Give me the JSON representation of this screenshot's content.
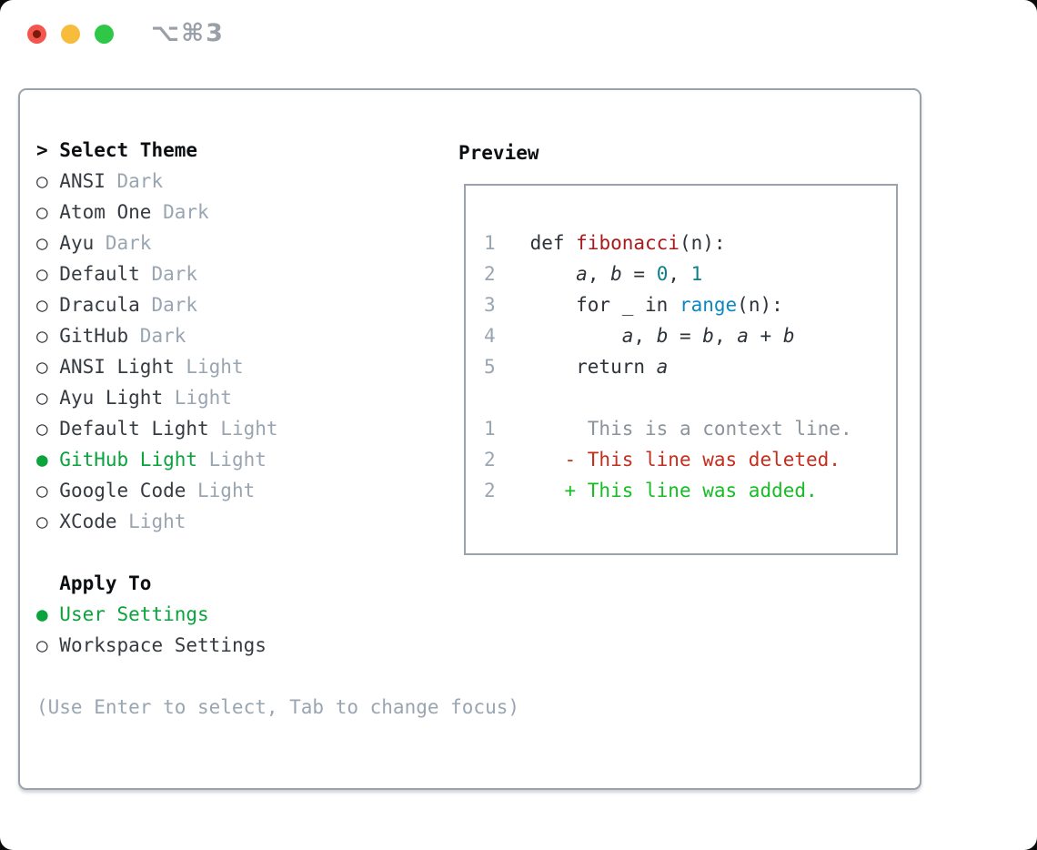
{
  "window": {
    "title": "⌥⌘3",
    "traffic_lights": {
      "close_color": "#f4564e",
      "minimize_color": "#f8bc3d",
      "zoom_color": "#2ec748"
    }
  },
  "picker": {
    "prompt": ">",
    "heading": "Select Theme",
    "icons": {
      "radio_unselected": "○",
      "radio_selected": "●"
    },
    "themes": [
      {
        "label": "ANSI",
        "tag": "Dark",
        "selected": false
      },
      {
        "label": "Atom One",
        "tag": "Dark",
        "selected": false
      },
      {
        "label": "Ayu",
        "tag": "Dark",
        "selected": false
      },
      {
        "label": "Default",
        "tag": "Dark",
        "selected": false
      },
      {
        "label": "Dracula",
        "tag": "Dark",
        "selected": false
      },
      {
        "label": "GitHub",
        "tag": "Dark",
        "selected": false
      },
      {
        "label": "ANSI Light",
        "tag": "Light",
        "selected": false
      },
      {
        "label": "Ayu Light",
        "tag": "Light",
        "selected": false
      },
      {
        "label": "Default Light",
        "tag": "Light",
        "selected": false
      },
      {
        "label": "GitHub Light",
        "tag": "Light",
        "selected": true
      },
      {
        "label": "Google Code",
        "tag": "Light",
        "selected": false
      },
      {
        "label": "XCode",
        "tag": "Light",
        "selected": false
      }
    ],
    "apply_to": {
      "heading": "Apply To",
      "options": [
        {
          "label": "User Settings",
          "selected": true
        },
        {
          "label": "Workspace Settings",
          "selected": false
        }
      ]
    },
    "hint": "(Use Enter to select, Tab to change focus)"
  },
  "preview": {
    "heading": "Preview",
    "lines": [
      {
        "num": "1",
        "segs": [
          [
            "def ",
            "text"
          ],
          [
            "fibonacci",
            "func"
          ],
          [
            "(n):",
            "text"
          ]
        ]
      },
      {
        "num": "2",
        "segs": [
          [
            "    ",
            "text"
          ],
          [
            "a",
            "var"
          ],
          [
            ", ",
            "text"
          ],
          [
            "b",
            "var"
          ],
          [
            " = ",
            "text"
          ],
          [
            "0",
            "number"
          ],
          [
            ", ",
            "text"
          ],
          [
            "1",
            "number"
          ]
        ]
      },
      {
        "num": "3",
        "segs": [
          [
            "    for _ in ",
            "text"
          ],
          [
            "range",
            "builtin"
          ],
          [
            "(n):",
            "text"
          ]
        ]
      },
      {
        "num": "4",
        "segs": [
          [
            "        ",
            "text"
          ],
          [
            "a",
            "var"
          ],
          [
            ", ",
            "text"
          ],
          [
            "b",
            "var"
          ],
          [
            " = ",
            "text"
          ],
          [
            "b",
            "var"
          ],
          [
            ", ",
            "text"
          ],
          [
            "a",
            "var"
          ],
          [
            " + ",
            "text"
          ],
          [
            "b",
            "var"
          ]
        ]
      },
      {
        "num": "5",
        "segs": [
          [
            "    return ",
            "text"
          ],
          [
            "a",
            "var"
          ]
        ]
      },
      {
        "num": "",
        "segs": []
      },
      {
        "num": "1",
        "segs": [
          [
            "     This is a context line.",
            "ctx"
          ]
        ]
      },
      {
        "num": "2",
        "segs": [
          [
            "   - This line was deleted.",
            "del"
          ]
        ]
      },
      {
        "num": "2",
        "segs": [
          [
            "   + This line was added.",
            "add"
          ]
        ]
      }
    ]
  },
  "colors": {
    "text": "#2d3339",
    "var": "#2d3339",
    "item_text": "#363b41",
    "muted": "#9aa5b2",
    "accent": "#0ba33c",
    "linenum": "#9aa5b2",
    "func": "#a9191b",
    "number": "#0e7f87",
    "builtin": "#0c87c2",
    "ctx": "#8b939d",
    "del": "#c52e1e",
    "add": "#16bd24",
    "border": "#9aa2ac",
    "heading": "#0c0f12"
  }
}
